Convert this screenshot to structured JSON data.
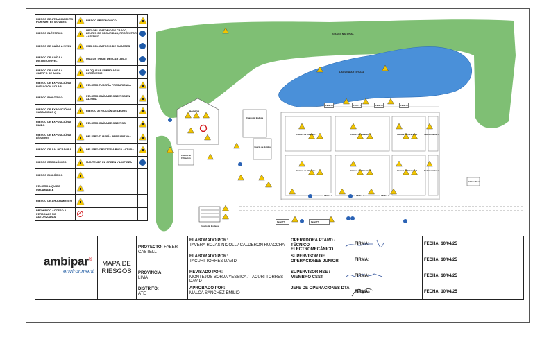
{
  "legend": {
    "rows": [
      {
        "left": {
          "label": "RIESGO DE ATRAPAMIENTO POR PARTES MÓVILES",
          "icon": "warning-icon"
        },
        "right": {
          "label": "RIESGO ERGONÓMICO",
          "icon": "warning-icon"
        }
      },
      {
        "left": {
          "label": "RIESGO ELÉCTRICO",
          "icon": "warning-icon"
        },
        "right": {
          "label": "USO OBLIGATORIO DE CASCO, LENTES DE SEGURIDAD, PROTECTOR AUDITIVO.",
          "icon": "mandatory-icon"
        }
      },
      {
        "left": {
          "label": "RIESGO DE CAÍDA A NIVEL",
          "icon": "warning-icon"
        },
        "right": {
          "label": "USO OBLIGATORIO DE GUANTES",
          "icon": "mandatory-icon"
        }
      },
      {
        "left": {
          "label": "RIESGO DE CAÍDA A DISTINTO NIVEL",
          "icon": "warning-icon"
        },
        "right": {
          "label": "USO DE TRAJE DESCARTABLE",
          "icon": "mandatory-icon"
        }
      },
      {
        "left": {
          "label": "RIESGO DE CAÍDA A CUERPO DE AGUA",
          "icon": "warning-icon"
        },
        "right": {
          "label": "BLOQUEAR ENERGÍAS AL INTERVENIR",
          "icon": "mandatory-icon"
        }
      },
      {
        "left": {
          "label": "RIESGO DE EXPOSICIÓN A RADIACIÓN SOLAR",
          "icon": "warning-icon"
        },
        "right": {
          "label": "PELIGRO TUBERÍA PRESURIZADA",
          "icon": "warning-icon"
        }
      },
      {
        "left": {
          "label": "RIESGO BIOLÓGICO",
          "icon": "warning-icon"
        },
        "right": {
          "label": "PELIGRO CAÍDA DE OBJETOS EN ALTURA",
          "icon": "warning-icon"
        }
      },
      {
        "left": {
          "label": "RIESGO DE EXPOSICIÓN A SUSTANCIAS Q",
          "icon": "warning-icon"
        },
        "right": {
          "label": "RIESGO ATRICCIÓN DE DEDOS",
          "icon": "warning-icon"
        }
      },
      {
        "left": {
          "label": "RIESGO DE EXPOSICIÓN A RUIDO",
          "icon": "warning-icon"
        },
        "right": {
          "label": "PELIGRO CAÍDA DE OBJETOS",
          "icon": "warning-icon"
        }
      },
      {
        "left": {
          "label": "RIESGO DE EXPOSICIÓN A LÍQUIDOS",
          "icon": "warning-icon"
        },
        "right": {
          "label": "PELIGRO TUBERÍA PRESURIZADA",
          "icon": "warning-icon"
        }
      },
      {
        "left": {
          "label": "RIESGO DE SALPICADURA",
          "icon": "warning-icon"
        },
        "right": {
          "label": "PELIGRO OBJETOS A BAJA ALTURA",
          "icon": "warning-icon"
        }
      },
      {
        "left": {
          "label": "RIESGO ERGONÓMICO",
          "icon": "warning-icon"
        },
        "right": {
          "label": "MANTENER EL ORDEN Y LIMPIEZA",
          "icon": "mandatory-icon"
        }
      },
      {
        "left": {
          "label": "RIESGO BIOLÓGICO",
          "icon": "warning-icon"
        },
        "right": {
          "label": "",
          "icon": ""
        }
      },
      {
        "left": {
          "label": "PELIGRO LÍQUIDO INFLAMABLE",
          "icon": "warning-icon"
        },
        "right": {
          "label": "",
          "icon": ""
        }
      },
      {
        "left": {
          "label": "RIESGO DE AHOGAMIENTO",
          "icon": "warning-icon"
        },
        "right": {
          "label": "",
          "icon": ""
        }
      },
      {
        "left": {
          "label": "PROHIBIDO ACCESO A PERSONAS NO AUTORIZADAS",
          "icon": "prohibition-icon"
        },
        "right": {
          "label": "",
          "icon": ""
        }
      }
    ]
  },
  "map": {
    "grass_label": "GRASS NATURAL",
    "lagoon_label": "LAGUNA ARTIFICIAL",
    "building_label": "BODEGA",
    "booth_label": "Caseta de Filtración",
    "access_label": "Cuarto de Bodega",
    "stairs_label": "Cuarto de Bomba",
    "cell_labels": [
      "Cámara de filtración 6",
      "Cámara de filtración 5",
      "Cámara de filtración 4",
      "Sedimentador 5",
      "Cámara de filtración 3",
      "Cámara de filtración 2",
      "Cámara de filtración 1",
      "Sedimentador 1"
    ],
    "tag_label": "Panel PT",
    "side_label": "Tablero Pozo",
    "colors": {
      "grass": "#7fbf74",
      "lagoon": "#4a90d9",
      "warning": "#f2c500",
      "mandatory": "#1e5aa8",
      "prohibition": "#d2171b"
    }
  },
  "titleblock": {
    "brand": "ambipar",
    "brand_mark": "®",
    "brand_sub": "environment",
    "doc_title": "MAPA DE RIESGOS",
    "proyecto_label": "PROYECTO:",
    "proyecto_value": "FABER CASTELL",
    "provincia_label": "PROVINCIA:",
    "provincia_value": "LIMA",
    "distrito_label": "DISTRITO:",
    "distrito_value": "ATE",
    "rows": [
      {
        "role_label": "ELABORADO POR:",
        "names": "TAVERA ROJAS NICOLL / CALDERON HUACCHA",
        "position": "OPERADORA PTARD / TÉCNICO ELECTROMECÁNICO",
        "firma": "FIRMA:",
        "fecha": "FECHA: 10/04/25"
      },
      {
        "role_label": "ELABORADO POR:",
        "names": "TACURI TORRES DAVID",
        "position": "SUPERVISOR DE OPERACIONES JUNIOR",
        "firma": "FIRMA:",
        "fecha": "FECHA: 10/04/25"
      },
      {
        "role_label": "REVISADO POR:",
        "names": "MONTEJOS BORJA YESSICA / TACURI TORRES DAVID",
        "position": "SUPERVISOR HSE / MIEMBRO CSST",
        "firma": "FIRMA:",
        "fecha": "FECHA: 10/04/25"
      },
      {
        "role_label": "APROBADO POR:",
        "names": "MALCA SANCHEZ EMILIO",
        "position": "JEFE DE OPERACIONES DTA",
        "firma": "FIRMA:",
        "fecha": "FECHA: 10/04/25"
      }
    ]
  }
}
